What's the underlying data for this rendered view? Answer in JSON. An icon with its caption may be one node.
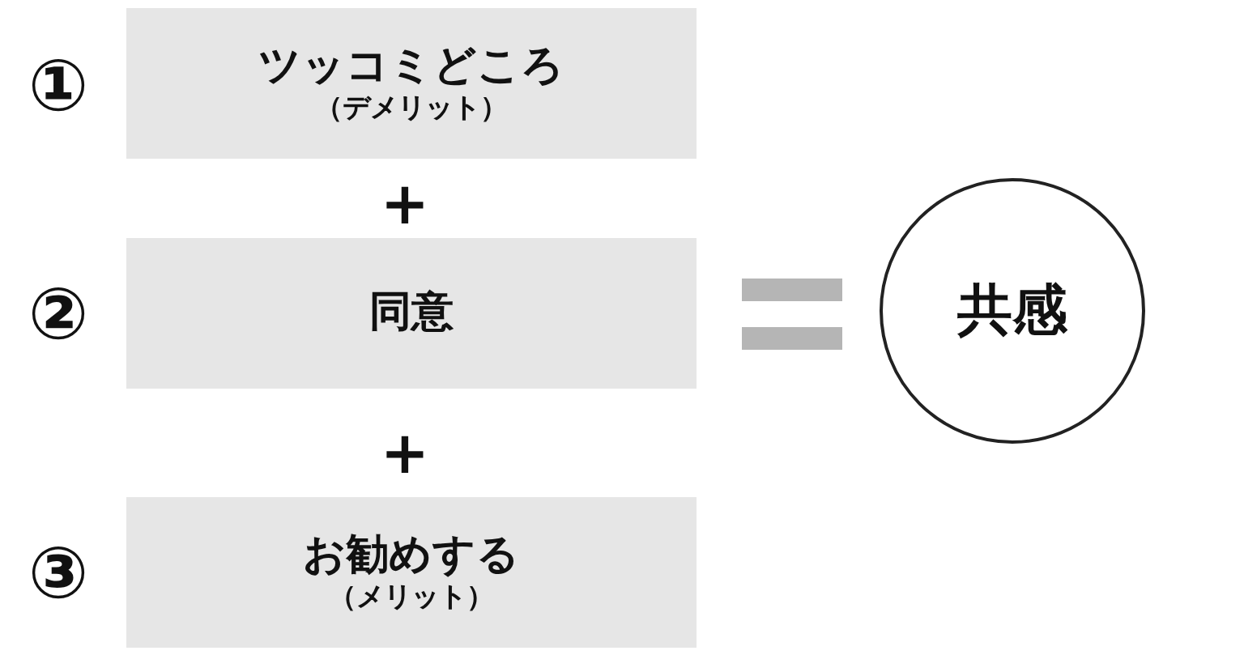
{
  "diagram": {
    "nodes": [
      {
        "text": [
          "ツッコミどころ",
          "（デメリット）"
        ]
      },
      {
        "text": [
          "同意"
        ]
      },
      {
        "text": [
          "お勧めする",
          "（メリット）"
        ]
      },
      {
        "text": [
          "共感"
        ]
      }
    ],
    "edges": [],
    "labels": [
      "①",
      "+",
      "②",
      "+",
      "③"
    ]
  }
}
